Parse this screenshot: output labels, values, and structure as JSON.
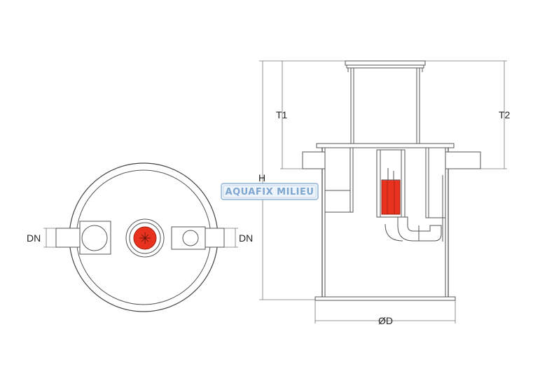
{
  "labels": {
    "dn_left": "DN",
    "dn_right": "DN",
    "t1": "T1",
    "t2": "T2",
    "h": "H",
    "od": "ØD"
  },
  "watermark": "AQUAFIX MILIEU",
  "colors": {
    "line": "#555555",
    "red": "#e8321e",
    "watermark": "#7ea6cf"
  }
}
